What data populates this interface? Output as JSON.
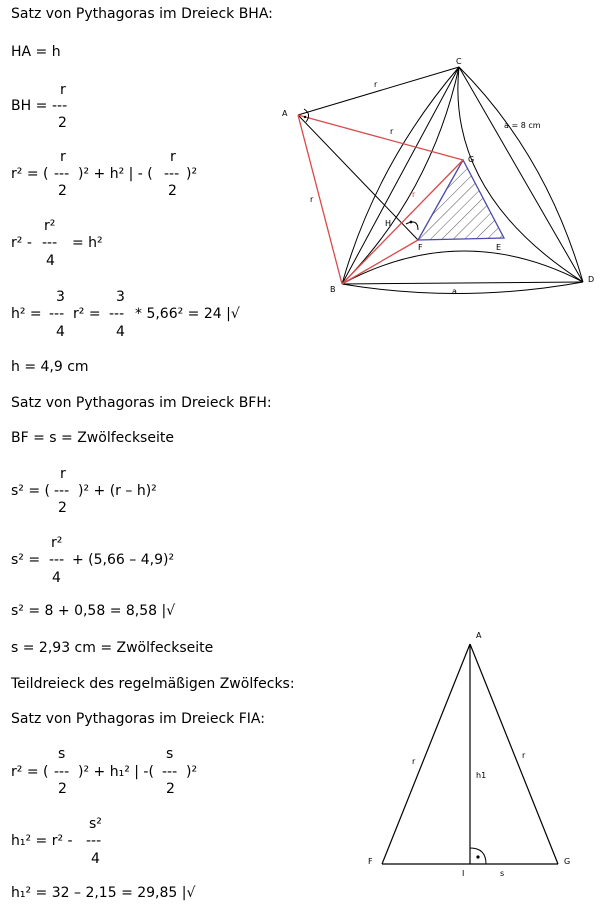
{
  "section1_heading": "Satz von Pythagoras im Dreieck BHA:",
  "eq_ha": "HA = h",
  "eq_bh": {
    "lhs": "BH =",
    "num": "r",
    "bar": "---",
    "den": "2"
  },
  "eq_r2": {
    "lhs": "r² = (",
    "num1": "r",
    "bar1": "---",
    "mid": ")² + h² | - (",
    "num2": "r",
    "bar2": "---",
    "end": ")²",
    "den1": "2",
    "den2": "2"
  },
  "eq_h2a": {
    "lhs": "r² -",
    "num": "r²",
    "bar": "---",
    "rhs": "= h²",
    "den": "4"
  },
  "eq_h2b": {
    "lhs": "h² =",
    "num1": "3",
    "bar1": "---",
    "mid": "r² =",
    "num2": "3",
    "bar2": "---",
    "end": "* 5,66² = 24 |√",
    "den1": "4",
    "den2": "4"
  },
  "eq_h": "h = 4,9 cm",
  "section2_heading": "Satz von Pythagoras im Dreieck BFH:",
  "eq_bf": "BF = s = Zwölfeckseite",
  "eq_s2a": {
    "lhs": "s² = (",
    "num": "r",
    "bar": "---",
    "end": ")² + (r – h)²",
    "den": "2"
  },
  "eq_s2b": {
    "lhs": "s² =",
    "num": "r²",
    "bar": "---",
    "end": "+ (5,66 – 4,9)²",
    "den": "4"
  },
  "eq_s2c": "s² = 8 + 0,58 = 8,58 |√",
  "eq_s": "s = 2,93 cm = Zwölfeckseite",
  "section3_heading": "Teildreieck des regelmäßigen Zwölfecks:",
  "section4_heading": "Satz von Pythagoras im Dreieck FIA:",
  "eq_r2b": {
    "lhs": "r² = (",
    "num1": "s",
    "bar1": "---",
    "mid": ")² + h₁² | -(",
    "num2": "s",
    "bar2": "---",
    "end": ")²",
    "den1": "2",
    "den2": "2"
  },
  "eq_h1a": {
    "lhs": "h₁² = r² -",
    "num": "s²",
    "bar": "---",
    "den": "4"
  },
  "eq_h1b": "h₁² = 32 – 2,15 = 29,85 |√",
  "figure1": {
    "labels": {
      "A": "A",
      "B": "B",
      "C": "C",
      "D": "D",
      "E": "E",
      "F": "F",
      "G": "G",
      "H": "H",
      "a": "a",
      "r_top": "r",
      "r_mid": "r",
      "r_left": "r",
      "r_red": "r",
      "side": "a = 8 cm"
    },
    "colors": {
      "red": "#d94a4a",
      "blue": "#4a4aa8",
      "black": "#000000"
    }
  },
  "figure2": {
    "labels": {
      "A": "A",
      "F": "F",
      "G": "G",
      "I": "I",
      "r_left": "r",
      "r_right": "r",
      "h1": "h1",
      "s": "s"
    }
  }
}
